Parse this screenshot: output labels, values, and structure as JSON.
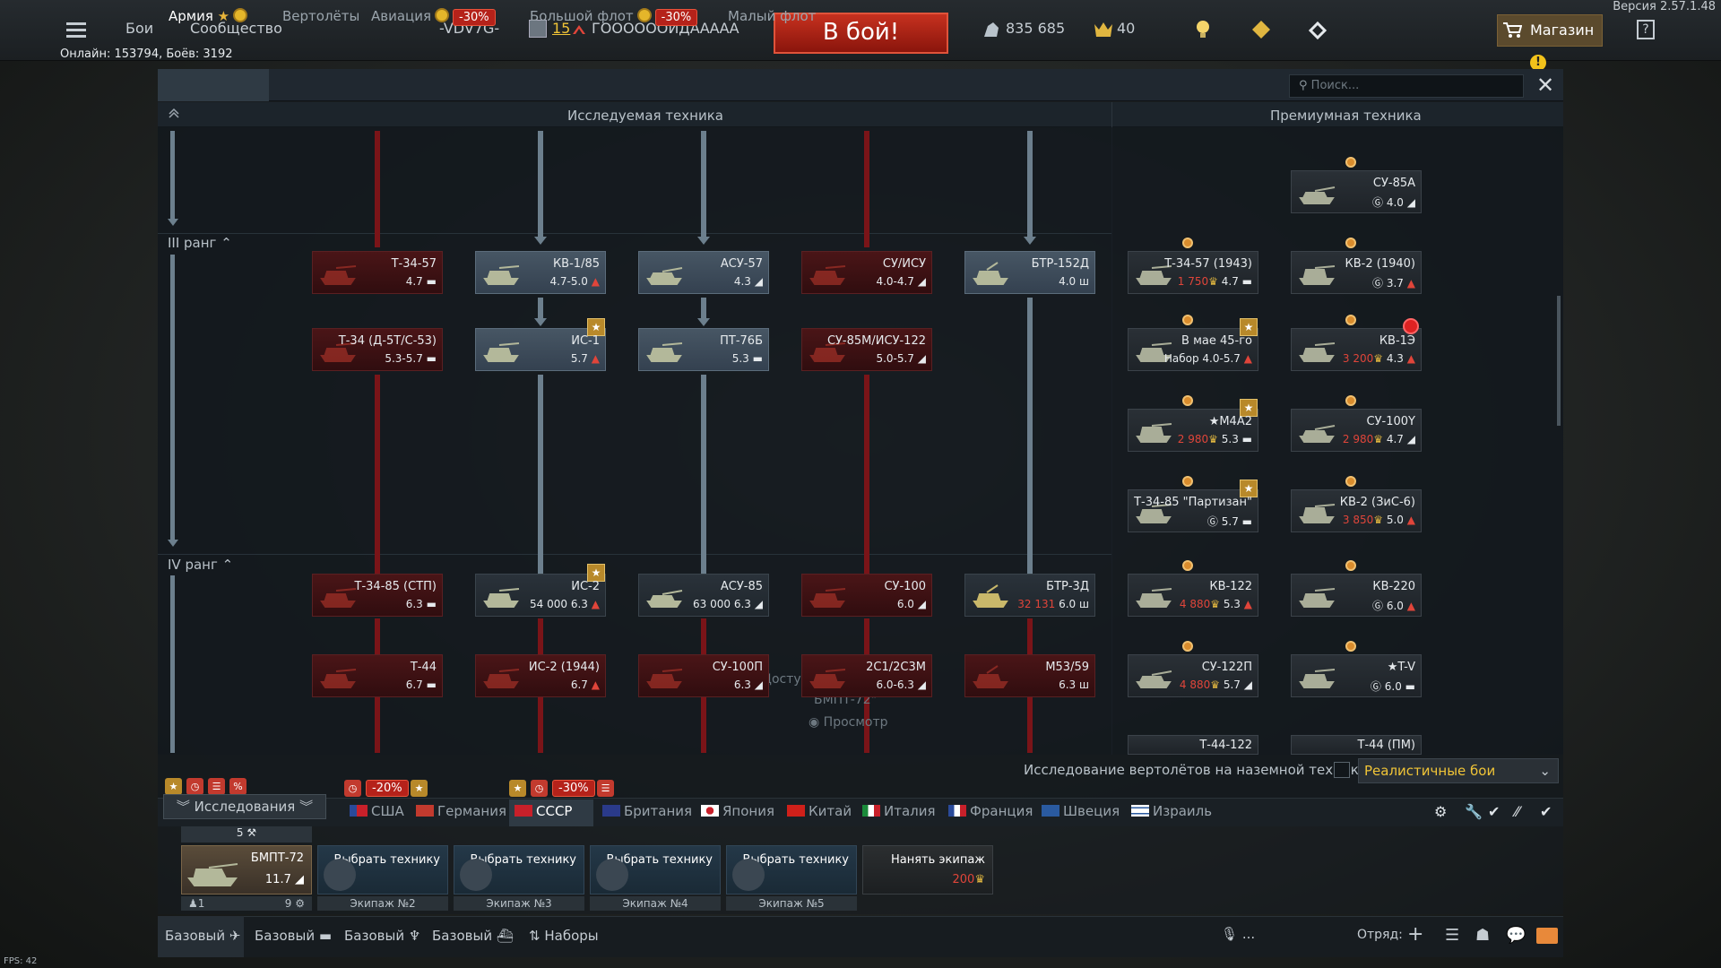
{
  "version": "Версия 2.57.1.48",
  "online": "Онлайн: 153794, Боёв: 3192",
  "topbar": {
    "battles": "Бои",
    "community": "Сообщество",
    "player": "-VDV7G-",
    "level": "15",
    "squadron": "ГООООООЙДААААА",
    "battle_button": "В бой!",
    "silver": "835 685",
    "gold": "40",
    "shop": "Магазин",
    "help": "?"
  },
  "tabs": {
    "army": "Армия",
    "helicopters": "Вертолёты",
    "aviation": "Авиация",
    "aviation_discount": "-30%",
    "bigfleet": "Большой флот",
    "bigfleet_discount": "-30%",
    "smallfleet": "Малый флот"
  },
  "search_placeholder": "Поиск...",
  "headers": {
    "researched": "Исследуемая техника",
    "premium": "Премиумная техника"
  },
  "ranks": {
    "r3": "III ранг",
    "r4": "IV ранг"
  },
  "vehicles": {
    "t3457": {
      "name": "Т-34-57",
      "br": "4.7"
    },
    "kv185": {
      "name": "КВ-1/85",
      "br": "4.7-5.0"
    },
    "asu57": {
      "name": "АСУ-57",
      "br": "4.3"
    },
    "suisu": {
      "name": "СУ/ИСУ",
      "br": "4.0-4.7"
    },
    "btr152d": {
      "name": "БТР-152Д",
      "br": "4.0"
    },
    "t34d5t": {
      "name": "Т-34 (Д-5Т/С-53)",
      "br": "5.3-5.7"
    },
    "is1": {
      "name": "ИС-1",
      "br": "5.7"
    },
    "pt76b": {
      "name": "ПТ-76Б",
      "br": "5.3"
    },
    "su85m": {
      "name": "СУ-85М/ИСУ-122",
      "br": "5.0-5.7"
    },
    "t3485stp": {
      "name": "Т-34-85 (СТП)",
      "br": "6.3"
    },
    "is2": {
      "name": "ИС-2",
      "cost": "54 000",
      "br": "6.3"
    },
    "asu85": {
      "name": "АСУ-85",
      "cost": "63 000",
      "br": "6.3"
    },
    "su100": {
      "name": "СУ-100",
      "br": "6.0"
    },
    "btr3d": {
      "name": "БТР-3Д",
      "cost": "32 131",
      "br": "6.0"
    },
    "t44": {
      "name": "Т-44",
      "br": "6.7"
    },
    "is21944": {
      "name": "ИС-2 (1944)",
      "br": "6.7"
    },
    "su100p": {
      "name": "СУ-100П",
      "br": "6.3"
    },
    "s1": {
      "name": "2С1/2С3М",
      "br": "6.0-6.3"
    },
    "m5359": {
      "name": "M53/59",
      "br": "6.3"
    }
  },
  "premium": {
    "su85a": {
      "name": "СУ-85А",
      "br": "4.0"
    },
    "t34571943": {
      "name": "Т-34-57 (1943)",
      "cost": "1 750",
      "br": "4.7"
    },
    "kv21940": {
      "name": "КВ-2 (1940)",
      "br": "3.7"
    },
    "may45": {
      "name": "В мае 45-го",
      "br": "Набор 4.0-5.7"
    },
    "kv1e": {
      "name": "КВ-1Э",
      "cost": "3 200",
      "br": "4.3"
    },
    "m4a2": {
      "name": "★M4A2",
      "cost": "2 980",
      "br": "5.3"
    },
    "su100y": {
      "name": "СУ-100Y",
      "cost": "2 980",
      "br": "4.7"
    },
    "t3485p": {
      "name": "Т-34-85 \"Партизан\"",
      "br": "5.7"
    },
    "kv2zis": {
      "name": "КВ-2 (ЗиС-6)",
      "cost": "3 850",
      "br": "5.0"
    },
    "kv122": {
      "name": "КВ-122",
      "cost": "4 880",
      "br": "5.3"
    },
    "kv220": {
      "name": "КВ-220",
      "br": "6.0"
    },
    "su122p": {
      "name": "СУ-122П",
      "cost": "4 880",
      "br": "5.7"
    },
    "tv": {
      "name": "★T-V",
      "br": "6.0"
    },
    "t44122": {
      "name": "Т-44-122"
    },
    "t44pm": {
      "name": "Т-44 (ПМ)"
    }
  },
  "overlay": {
    "l1": "Доступен после…",
    "l2": "БМПТ-72\"",
    "l3": "Просмотр"
  },
  "heli_research": "Исследование вертолётов на наземной технике",
  "mode": "Реалистичные бои",
  "research_btn": "Исследования",
  "nations": {
    "usa": "США",
    "germany": "Германия",
    "ussr": "СССР",
    "uk": "Британия",
    "japan": "Япония",
    "china": "Китай",
    "italy": "Италия",
    "france": "Франция",
    "sweden": "Швеция",
    "israel": "Израиль",
    "usa_disc": "-20%",
    "ussr_disc": "-30%"
  },
  "crew": {
    "slot1_name": "БМПТ-72",
    "slot1_br": "11.7",
    "slot1_count": "5",
    "slot1_num": "1",
    "slot1_lvl": "9",
    "choose": "Выбрать технику",
    "c2": "Экипаж №2",
    "c3": "Экипаж №3",
    "c4": "Экипаж №4",
    "c5": "Экипаж №5",
    "hire": "Нанять экипаж",
    "hire_cost": "200"
  },
  "bottom": {
    "p1": "Базовый",
    "p2": "Базовый",
    "p3": "Базовый",
    "p4": "Базовый",
    "sets": "Наборы",
    "mic": "...",
    "squad": "Отряд:"
  },
  "fps": "FPS: 42"
}
